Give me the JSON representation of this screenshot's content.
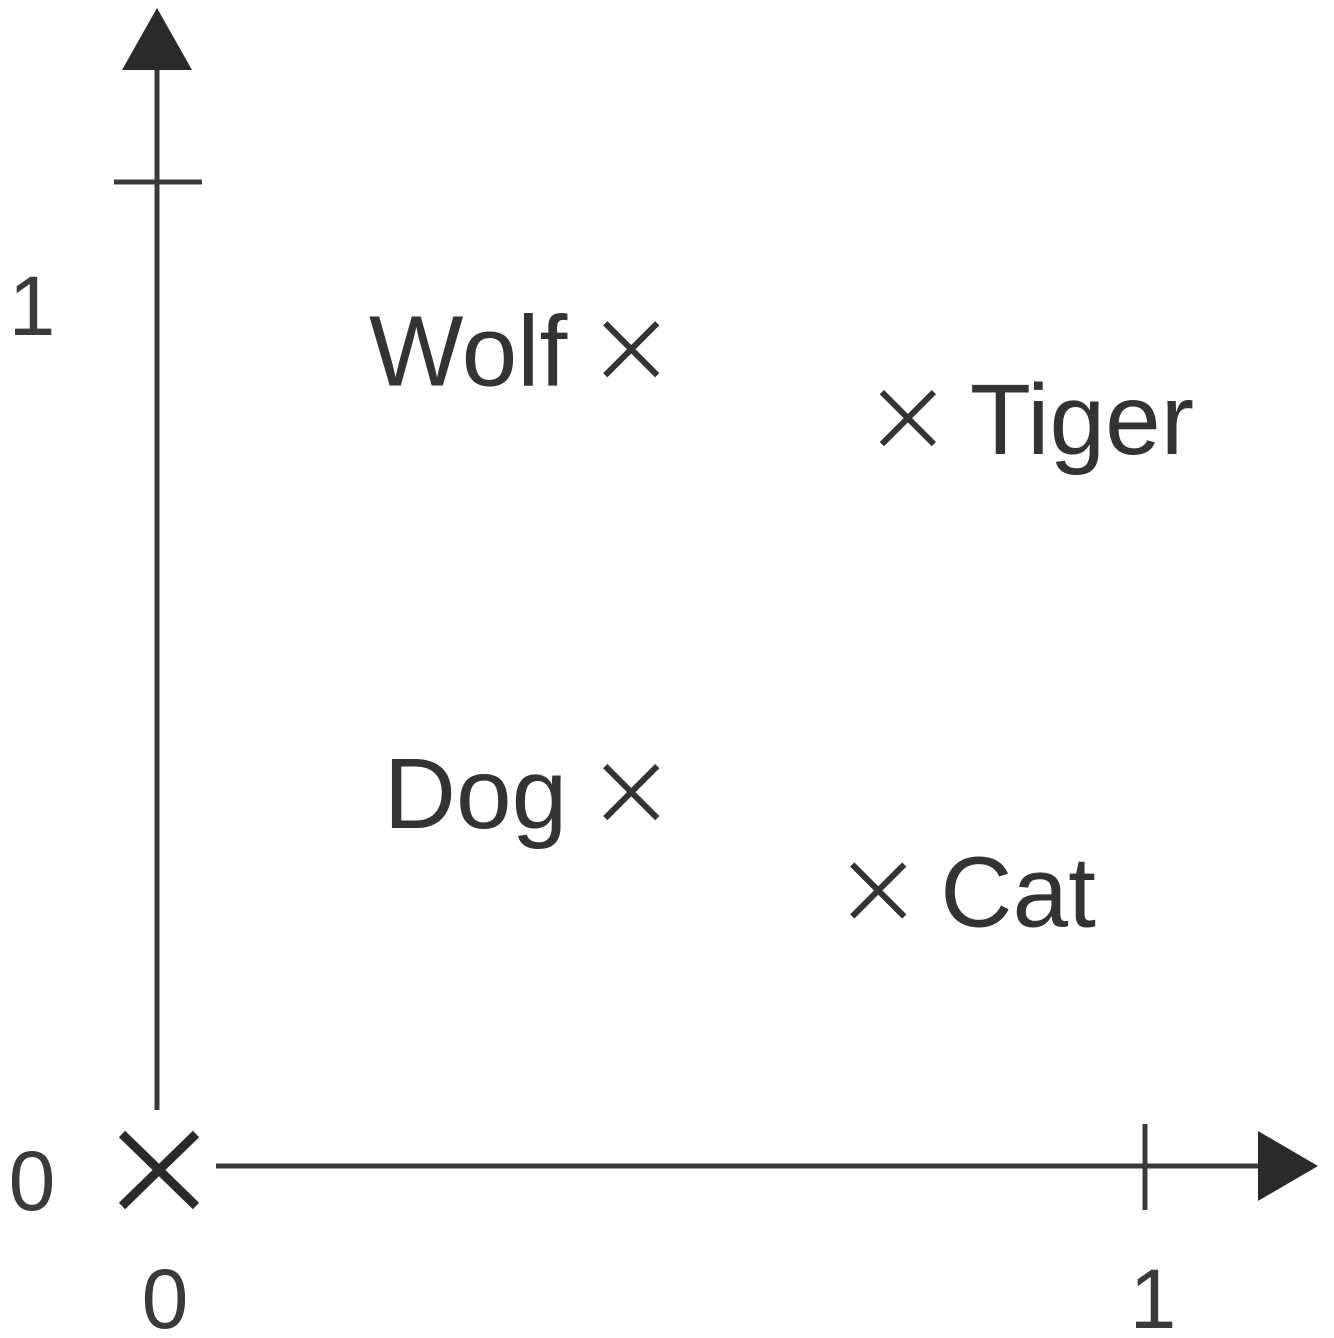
{
  "chart_data": {
    "type": "scatter",
    "title": "",
    "xlabel": "",
    "ylabel": "",
    "xlim": [
      0,
      1
    ],
    "ylim": [
      0,
      1
    ],
    "grid": false,
    "x_ticks": [
      {
        "value": 0,
        "label": "0"
      },
      {
        "value": 1,
        "label": "1"
      }
    ],
    "y_ticks": [
      {
        "value": 0,
        "label": "0"
      },
      {
        "value": 1,
        "label": "1"
      }
    ],
    "points": [
      {
        "label": "Wolf",
        "x": 0.48,
        "y": 0.83,
        "label_side": "left"
      },
      {
        "label": "Tiger",
        "x": 0.76,
        "y": 0.76,
        "label_side": "right"
      },
      {
        "label": "Dog",
        "x": 0.48,
        "y": 0.38,
        "label_side": "left"
      },
      {
        "label": "Cat",
        "x": 0.73,
        "y": 0.28,
        "label_side": "right"
      }
    ],
    "colors": {
      "axis": "#3a3a3a",
      "marker": "#333333",
      "text": "#333333"
    }
  }
}
